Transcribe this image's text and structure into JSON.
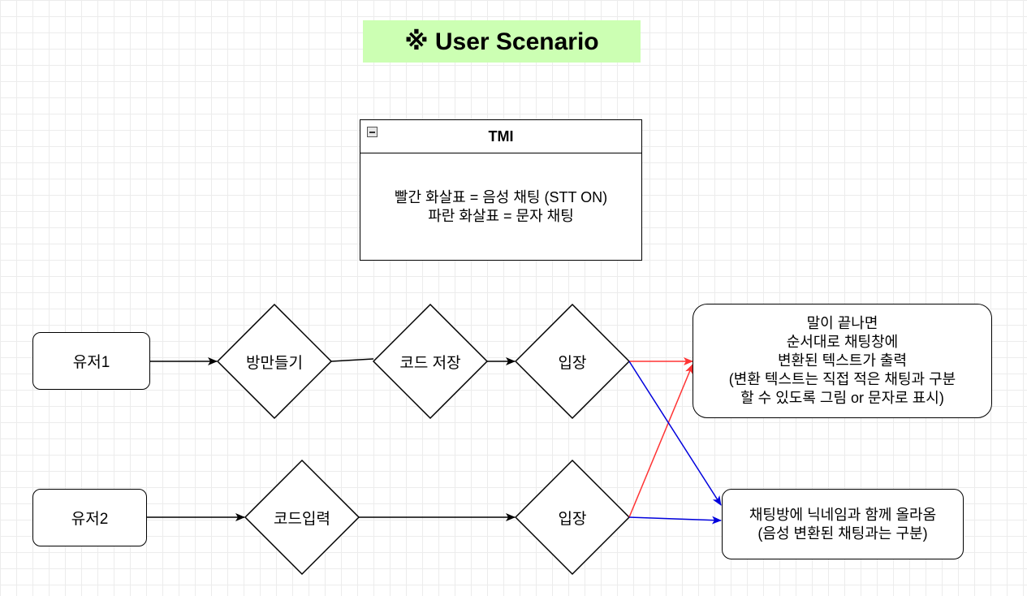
{
  "title": "※ User Scenario",
  "legend": {
    "header": "TMI",
    "line1": "빨간 화살표 = 음성 채팅 (STT ON)",
    "line2": "파란 화살표 = 문자 채팅"
  },
  "nodes": {
    "user1": "유저1",
    "user2": "유저2",
    "create_room": "방만들기",
    "save_code": "코드 저장",
    "enter1": "입장",
    "code_input": "코드입력",
    "enter2": "입장"
  },
  "note_voice": {
    "line1": "말이 끝나면",
    "line2": "순서대로 채팅창에",
    "line3": "변환된 텍스트가 출력",
    "line4": "(변환 텍스트는 직접 적은 채팅과 구분",
    "line5": "할 수 있도록 그림 or 문자로 표시)"
  },
  "note_text": {
    "line1": "채팅방에 닉네임과 함께 올라옴",
    "line2": "(음성 변환된 채팅과는 구분)"
  },
  "colors": {
    "title_bg": "#ccffb3",
    "voice_arrow": "#ff3333",
    "text_arrow": "#0000dd",
    "flow_arrow": "#000000"
  }
}
